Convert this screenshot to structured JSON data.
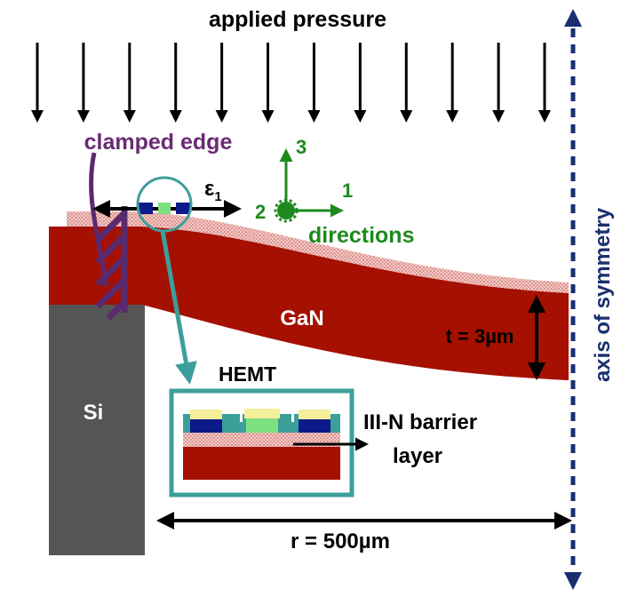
{
  "labels": {
    "applied_pressure": "applied pressure",
    "clamped_edge": "clamped edge",
    "epsilon_symbol": "ε",
    "epsilon_subscript": "1",
    "direction_3": "3",
    "direction_2": "2",
    "direction_1": "1",
    "directions": "directions",
    "gan": "GaN",
    "thickness": "t = 3µm",
    "si": "Si",
    "hemt": "HEMT",
    "barrier_line1": "III-N barrier",
    "barrier_line2": "layer",
    "radius": "r = 500µm",
    "axis_of_symmetry": "axis of symmetry"
  },
  "colors": {
    "gan": "#a51000",
    "gan_dark": "#7e0d00",
    "barrier_layer": "#f0c2bf",
    "si": "#555555",
    "clamp": "#5a2a6e",
    "teal": "#3c9f9a",
    "directions_green": "#1d8a1d",
    "axis_blue": "#1a2f6e",
    "gate_yellow": "#f4ef9a",
    "contact_blue": "#0d1a8a",
    "channel_green": "#7fe07f",
    "label_purple": "#6a2b74"
  },
  "pressure_arrow_count": 12
}
